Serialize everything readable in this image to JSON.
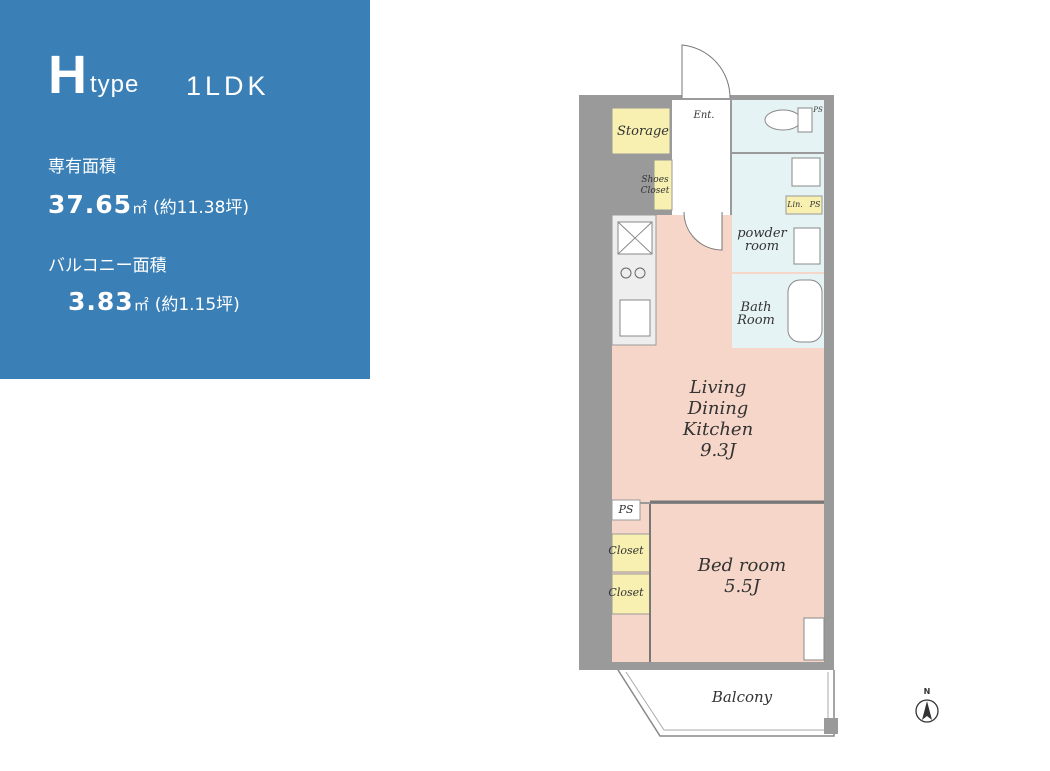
{
  "unit": {
    "type_letter": "H",
    "type_word": "type",
    "layout": "1LDK",
    "exclusive_area_label": "専有面積",
    "exclusive_area_value": "37.65",
    "area_unit": "㎡",
    "exclusive_area_tsubo": "(約11.38坪)",
    "balcony_area_label": "バルコニー面積",
    "balcony_area_value": "3.83",
    "balcony_area_tsubo": "(約1.15坪)"
  },
  "floor_plan": {
    "colors": {
      "wall": "#9a9a9a",
      "room": "#f6d6c9",
      "wet_area": "#e6f3f5",
      "storage": "#f7f0b0",
      "panel": "#3a7fb6"
    },
    "labels": {
      "storage": "Storage",
      "entrance": "Ent.",
      "shoes_closet_1": "Shoes",
      "shoes_closet_2": "Closet",
      "ps_top": "PS",
      "ps_mid": "PS",
      "ps_bed": "PS",
      "linen": "Lin.",
      "powder_1": "powder",
      "powder_2": "room",
      "bath_1": "Bath",
      "bath_2": "Room",
      "ldk_1": "Living",
      "ldk_2": "Dining",
      "ldk_3": "Kitchen",
      "ldk_size": "9.3J",
      "bed_1": "Bed room",
      "bed_size": "5.5J",
      "closet_1": "Closet",
      "closet_2": "Closet",
      "balcony": "Balcony",
      "north": "N"
    }
  }
}
